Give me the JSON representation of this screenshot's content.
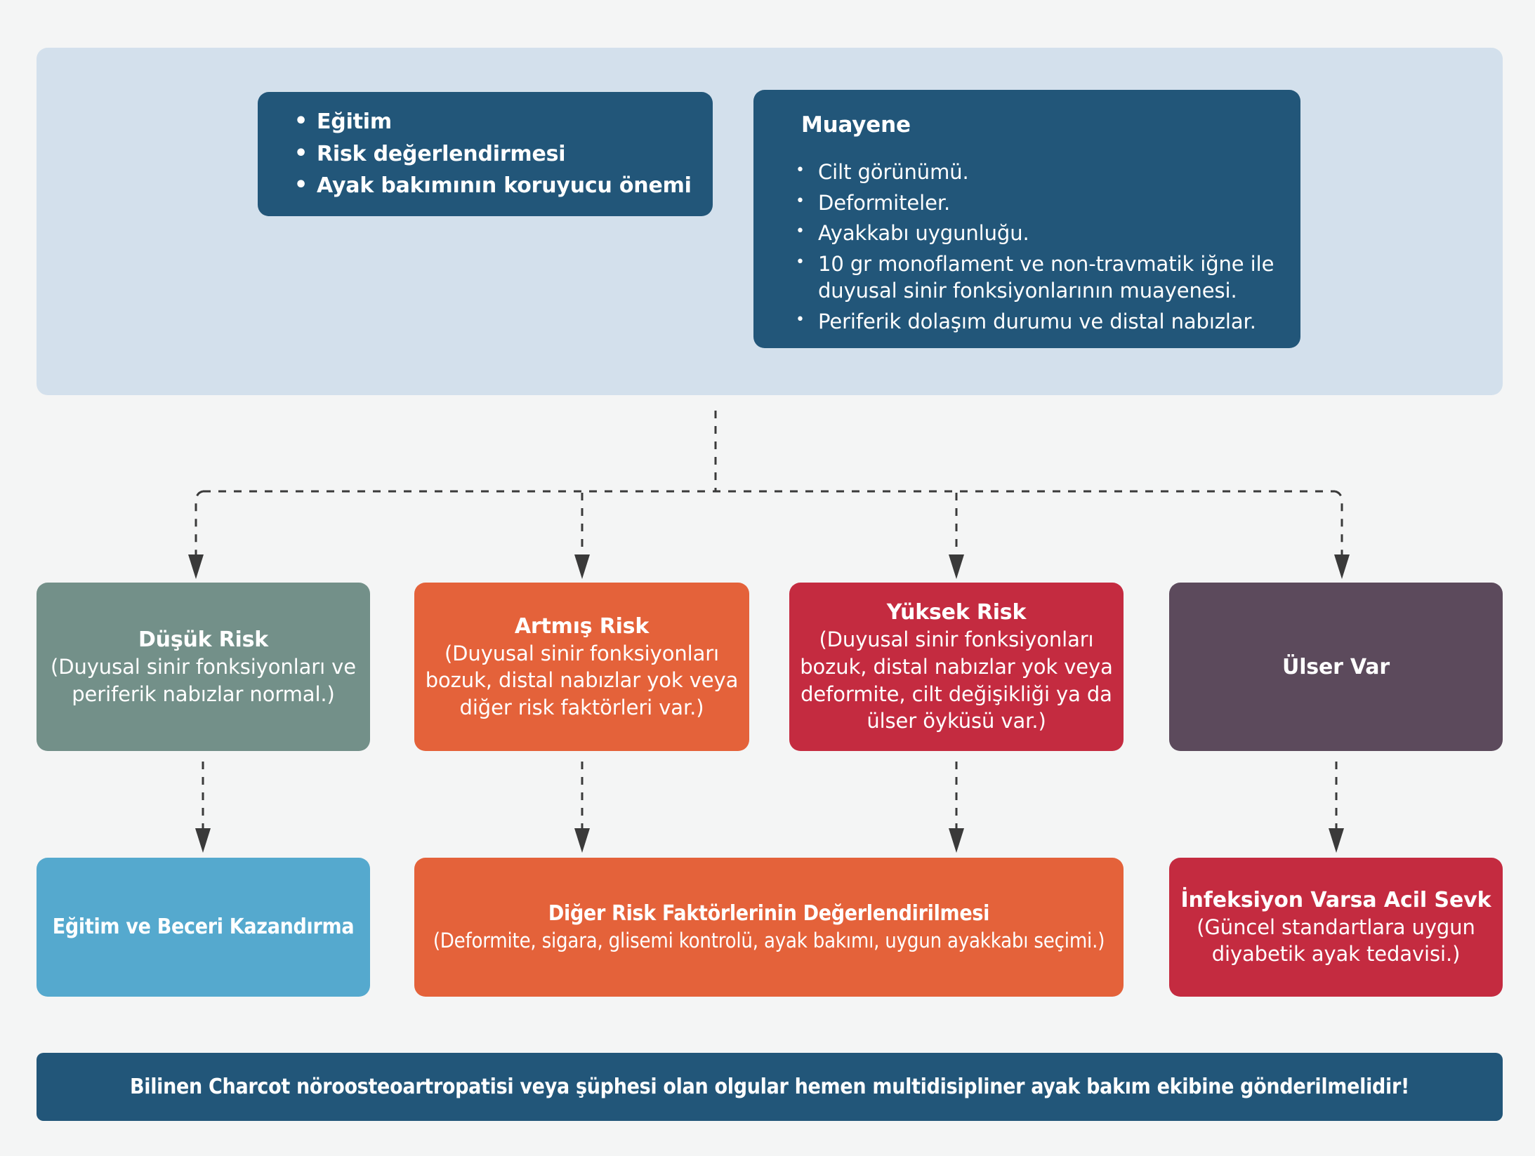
{
  "theme": {
    "page_background": "#f4f5f5",
    "panel_background": "#d3e0ec",
    "dark_blue": "#225679",
    "sky_blue": "#55a9ce",
    "sage_green": "#739089",
    "orange": "#e4623a",
    "crimson": "#c42b40",
    "plum": "#5c4a5c",
    "text_on_color": "#ffffff",
    "connector_color": "#3a3a3a"
  },
  "header": {
    "education_box": {
      "bullets": [
        "Eğitim",
        "Risk değerlendirmesi",
        "Ayak bakımının koruyucu önemi"
      ]
    },
    "examination_box": {
      "title": "Muayene",
      "bullets": [
        "Cilt görünümü.",
        "Deformiteler.",
        "Ayakkabı uygunluğu.",
        "10 gr monoflament ve non-travmatik iğne ile duyusal sinir fonksiyonlarının muayenesi.",
        "Periferik dolaşım durumu ve distal nabızlar."
      ]
    }
  },
  "risk_row": [
    {
      "title": "Düşük Risk",
      "subtitle": "(Duyusal sinir fonksiyonları ve periferik nabızlar normal.)",
      "color": "#739089"
    },
    {
      "title": "Artmış Risk",
      "subtitle": "(Duyusal sinir fonksiyonları bozuk, distal nabızlar yok veya diğer risk faktörleri var.)",
      "color": "#e4623a"
    },
    {
      "title": "Yüksek Risk",
      "subtitle": "(Duyusal sinir fonksiyonları bozuk, distal nabızlar yok veya deformite, cilt değişikliği ya da ülser öyküsü var.)",
      "color": "#c42b40"
    },
    {
      "title": "Ülser Var",
      "subtitle": "",
      "color": "#5c4a5c"
    }
  ],
  "action_row": [
    {
      "title": "Eğitim ve Beceri Kazandırma",
      "subtitle": "",
      "color": "#55a9ce"
    },
    {
      "title": "Diğer Risk Faktörlerinin Değerlendirilmesi",
      "subtitle": "(Deformite, sigara, glisemi kontrolü, ayak bakımı, uygun ayakkabı seçimi.)",
      "color": "#e4623a"
    },
    {
      "title": "İnfeksiyon Varsa Acil Sevk",
      "subtitle": "(Güncel standartlara uygun diyabetik ayak tedavisi.)",
      "color": "#c42b40"
    }
  ],
  "footer": {
    "text": "Bilinen Charcot nöroosteoartropatisi veya şüphesi olan olgular hemen multidisipliner ayak bakım ekibine gönderilmelidir!"
  }
}
